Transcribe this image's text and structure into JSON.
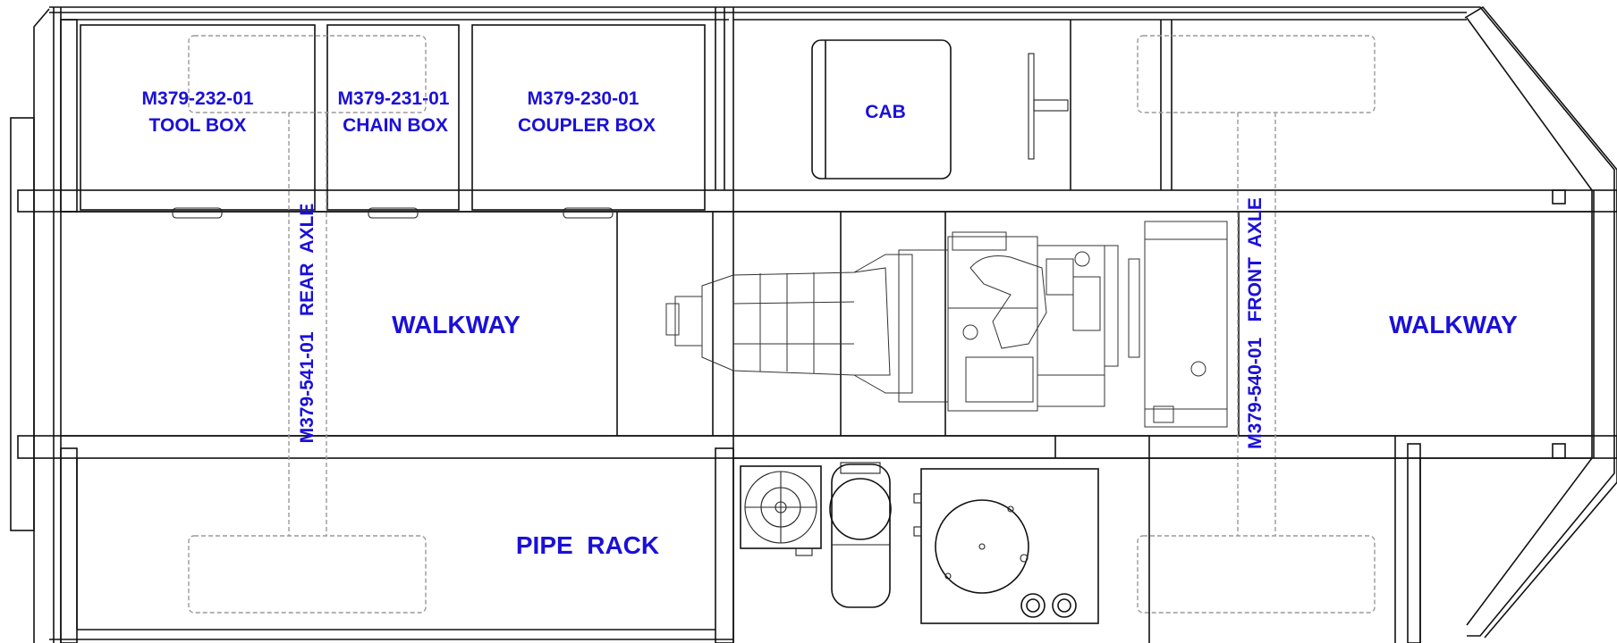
{
  "boxes": {
    "tool_box": {
      "part": "M379-232-01",
      "name": "TOOL BOX"
    },
    "chain_box": {
      "part": "M379-231-01",
      "name": "CHAIN BOX"
    },
    "coupler_box": {
      "part": "M379-230-01",
      "name": "COUPLER BOX"
    }
  },
  "cab": "CAB",
  "walkway_rear": "WALKWAY",
  "walkway_front": "WALKWAY",
  "pipe_rack": "PIPE  RACK",
  "rear_axle": "M379-541-01   REAR  AXLE",
  "front_axle": "M379-540-01   FRONT  AXLE",
  "colors": {
    "label": "#1a10d8",
    "outline": "#111111",
    "hidden_line": "#9a9a9a"
  }
}
